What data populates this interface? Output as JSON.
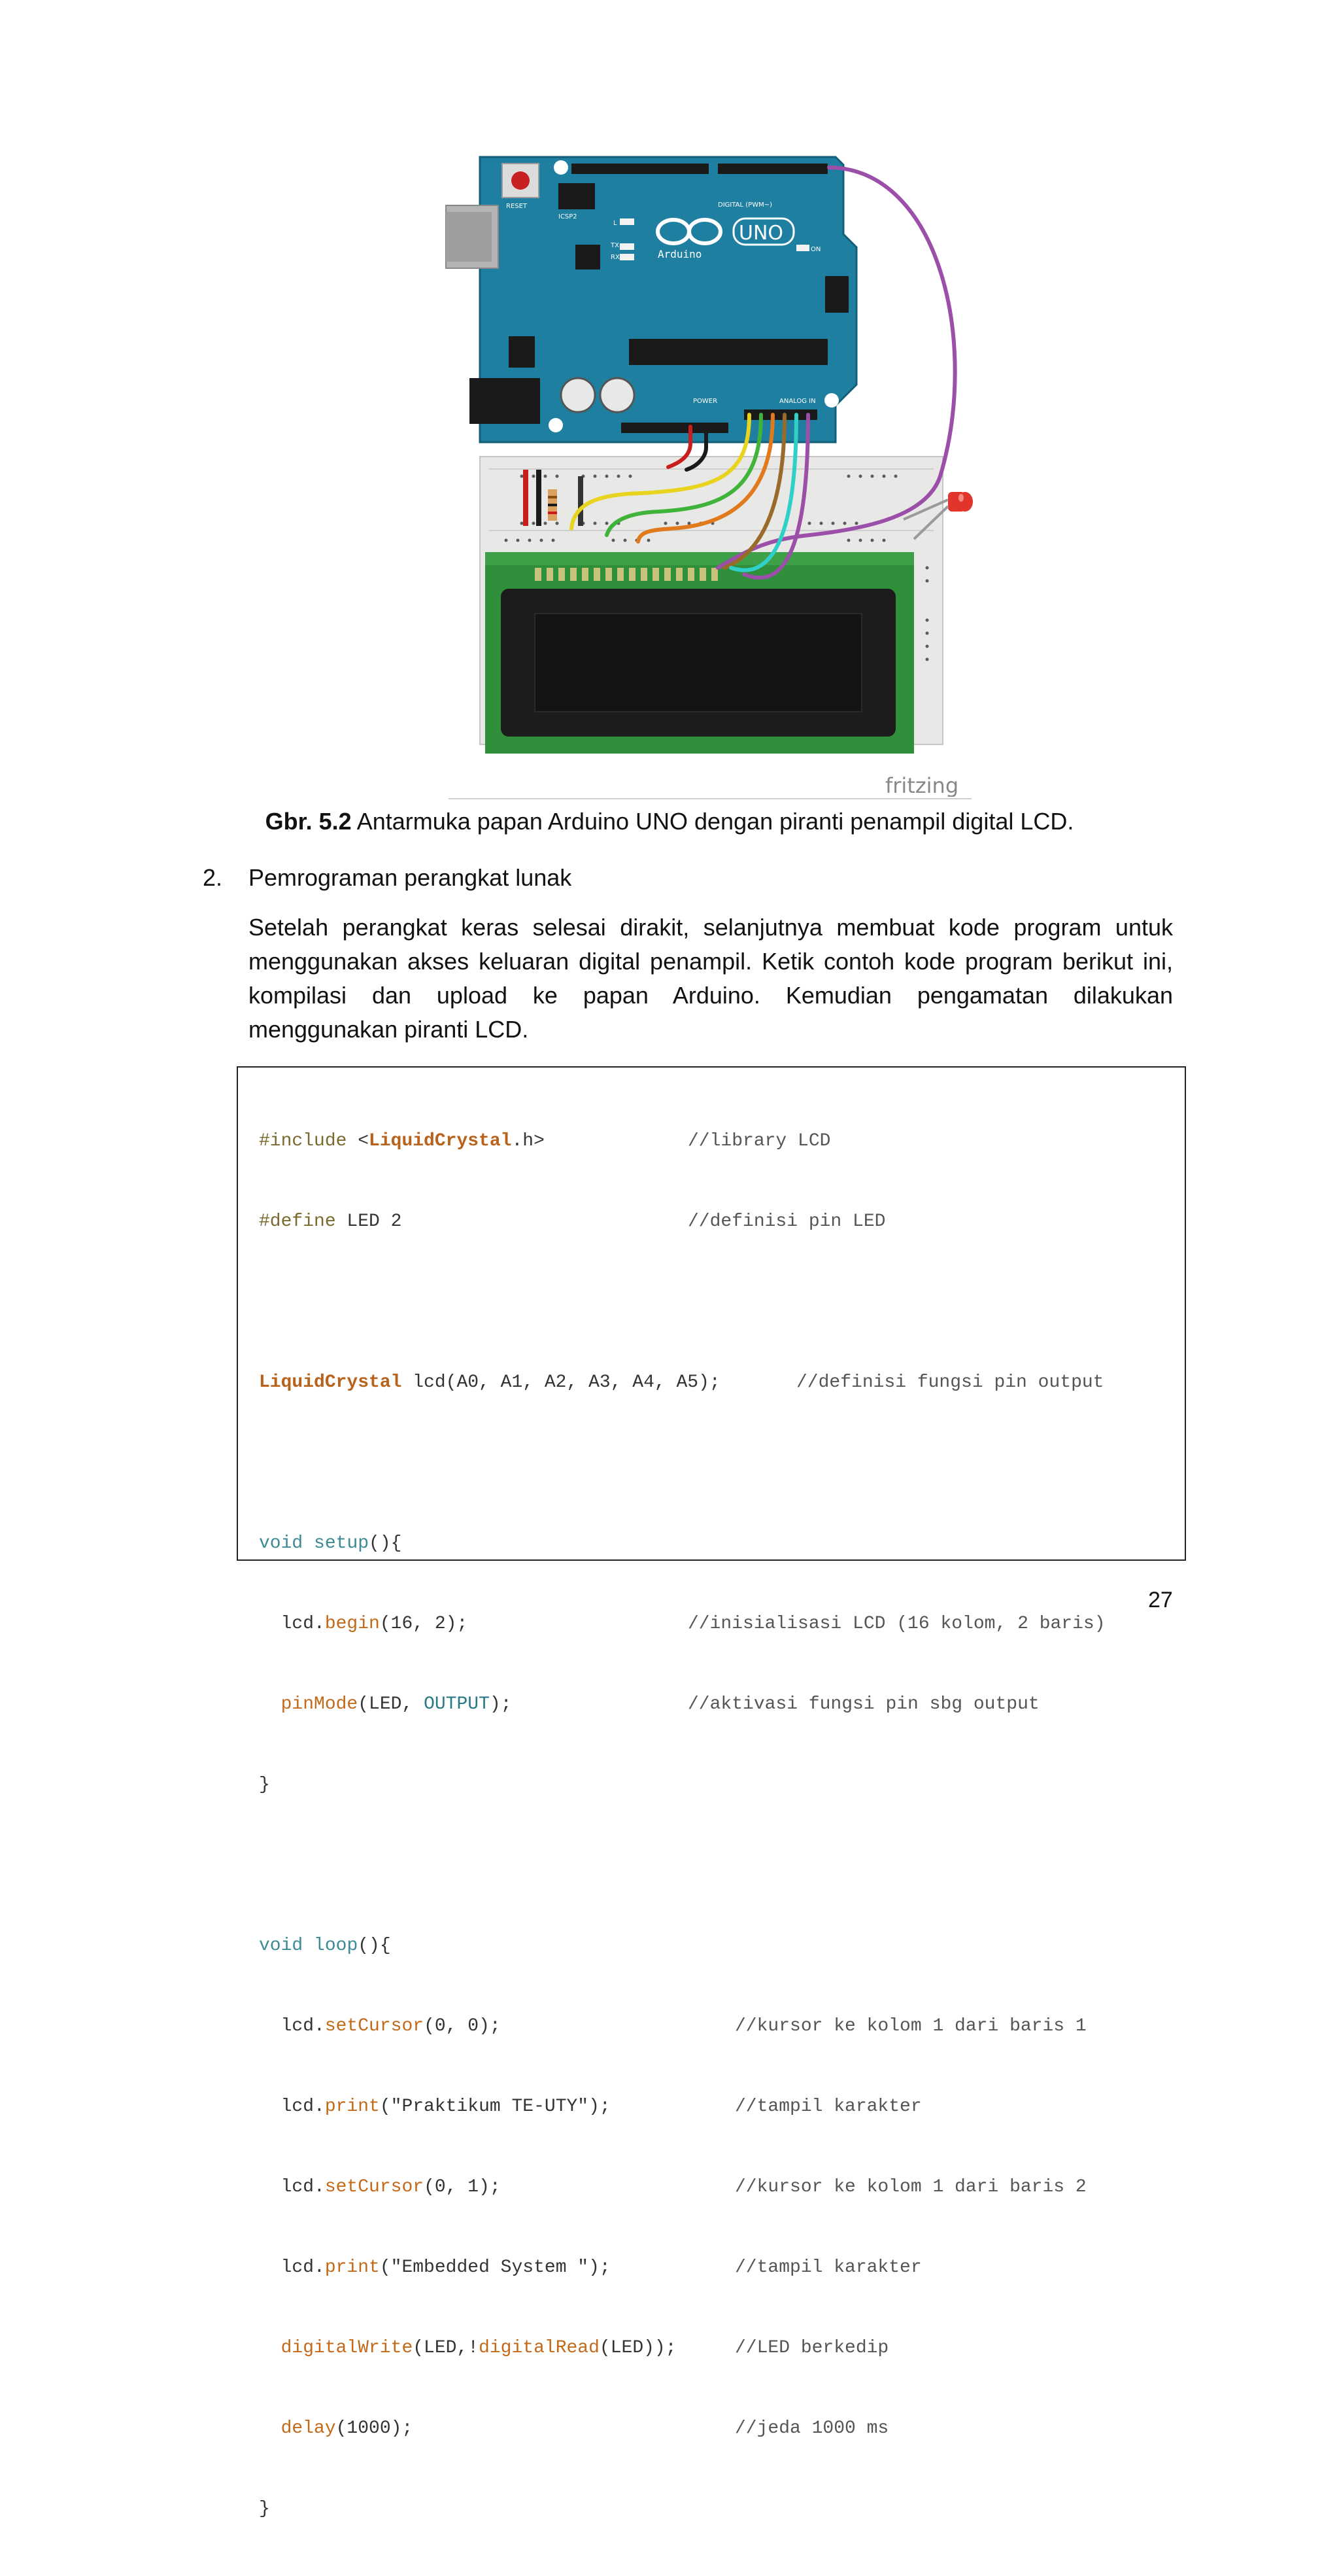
{
  "figure": {
    "board": {
      "reset_label": "RESET",
      "icsp_label": "ICSP2",
      "model_label": "UNO",
      "brand_label": "Arduino",
      "digital_label": "DIGITAL (PWM~)",
      "analog_label": "ANALOG IN",
      "power_label": "POWER",
      "on_label": "ON",
      "tx_label": "TX",
      "rx_label": "RX",
      "l_label": "L"
    },
    "watermark": "fritzing",
    "colors": {
      "board": "#1f7fa0",
      "breadboard": "#e8e8e6",
      "lcd_pcb": "#2f8f3a",
      "lcd_screen": "#1c1c1c",
      "led": "#e0342c",
      "wire_purple": "#9b4fa8",
      "wire_red": "#c81e1e",
      "wire_yellow": "#e8d41e",
      "wire_green": "#3fb33a",
      "wire_orange": "#e07a1c",
      "wire_brown": "#9a6a2a",
      "wire_cyan": "#2fd0c8"
    }
  },
  "caption": {
    "label": "Gbr. 5.2",
    "text": " Antarmuka papan Arduino UNO dengan piranti penampil digital LCD."
  },
  "list_item": {
    "number": "2.",
    "title": "Pemrograman perangkat lunak"
  },
  "paragraph": "Setelah perangkat keras selesai dirakit, selanjutnya membuat kode program untuk menggunakan akses keluaran digital penampil. Ketik contoh kode program berikut ini, kompilasi dan upload ke papan Arduino. Kemudian pengamatan dilakukan menggunakan piranti LCD.",
  "code": {
    "l1": {
      "a": "#include",
      "b": " <",
      "c": "LiquidCrystal",
      "d": ".h>",
      "comment": "//library LCD"
    },
    "l2": {
      "a": "#define",
      "b": " LED 2",
      "comment": "//definisi pin LED"
    },
    "l4": {
      "a": "LiquidCrystal",
      "b": " lcd(A0, A1, A2, A3, A4, A5);",
      "comment": "//definisi fungsi pin output"
    },
    "l6": {
      "a": "void",
      "b": " ",
      "c": "setup",
      "d": "(){"
    },
    "l7": {
      "a": "  lcd.",
      "b": "begin",
      "c": "(16, 2);",
      "comment": "//inisialisasi LCD (16 kolom, 2 baris)"
    },
    "l8": {
      "a": "  ",
      "b": "pinMode",
      "c": "(LED, ",
      "d": "OUTPUT",
      "e": ");",
      "comment": "//aktivasi fungsi pin sbg output"
    },
    "l9": {
      "a": "}"
    },
    "l11": {
      "a": "void",
      "b": " ",
      "c": "loop",
      "d": "(){"
    },
    "l12": {
      "a": "  lcd.",
      "b": "setCursor",
      "c": "(0, 0);",
      "comment": "//kursor ke kolom 1 dari baris 1"
    },
    "l13": {
      "a": "  lcd.",
      "b": "print",
      "c": "(\"Praktikum TE-UTY\");",
      "comment": "//tampil karakter"
    },
    "l14": {
      "a": "  lcd.",
      "b": "setCursor",
      "c": "(0, 1);",
      "comment": "//kursor ke kolom 1 dari baris 2"
    },
    "l15": {
      "a": "  lcd.",
      "b": "print",
      "c": "(\"Embedded System \");",
      "comment": "//tampil karakter"
    },
    "l16": {
      "a": "  ",
      "b": "digitalWrite",
      "c": "(LED,!",
      "d": "digitalRead",
      "e": "(LED));",
      "comment": "//LED berkedip"
    },
    "l17": {
      "a": "  ",
      "b": "delay",
      "c": "(1000);",
      "comment": "//jeda 1000 ms"
    },
    "l18": {
      "a": "}"
    }
  },
  "page_number": "27"
}
